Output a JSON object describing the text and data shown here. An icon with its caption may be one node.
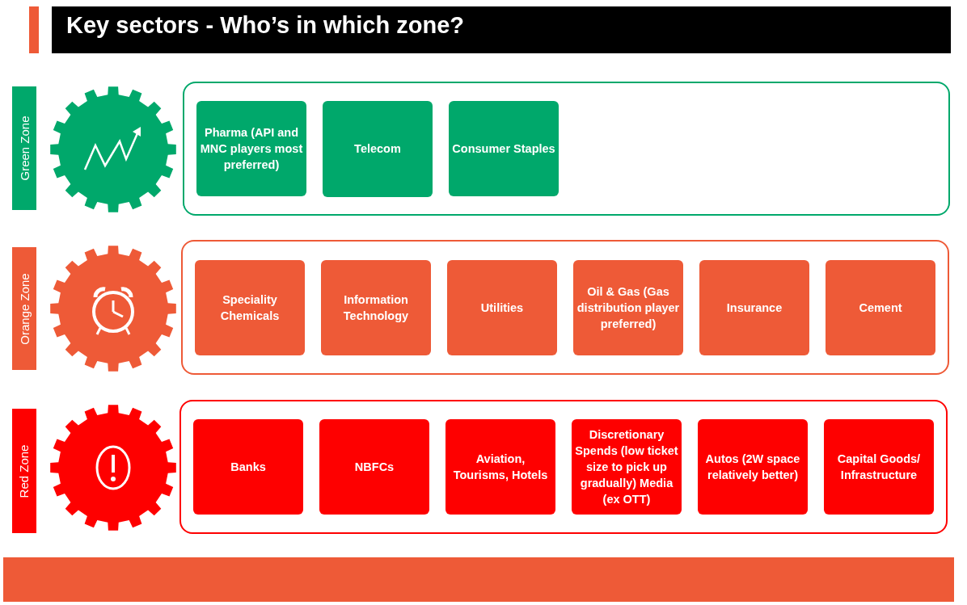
{
  "diagram": {
    "title": "Key sectors - Who’s in which zone?",
    "nodes": [
      {
        "text": [
          "Green Zone"
        ]
      },
      {
        "text": [],
        "shape": "box"
      },
      {
        "text": [
          "Pharma (API and MNC players most preferred)"
        ],
        "in": 1
      },
      {
        "text": [
          "Telecom"
        ],
        "in": 1
      },
      {
        "text": [
          "Consumer Staples"
        ],
        "in": 1
      },
      {
        "text": [
          "Orange Zone"
        ]
      },
      {
        "text": [],
        "shape": "box"
      },
      {
        "text": [
          "Speciality Chemicals"
        ],
        "in": 6
      },
      {
        "text": [
          "Information Technology"
        ],
        "in": 6
      },
      {
        "text": [
          "Utilities"
        ],
        "in": 6
      },
      {
        "text": [
          "Oil & Gas (Gas distribution player preferred)"
        ],
        "in": 6
      },
      {
        "text": [
          "Insurance"
        ],
        "in": 6
      },
      {
        "text": [
          "Cement"
        ],
        "in": 6
      },
      {
        "text": [
          "Red Zone"
        ]
      },
      {
        "text": [],
        "shape": "box"
      },
      {
        "text": [
          "Banks"
        ],
        "in": 14
      },
      {
        "text": [
          "NBFCs"
        ],
        "in": 14
      },
      {
        "text": [
          "Aviation, Tourisms, Hotels"
        ],
        "in": 14
      },
      {
        "text": [
          "Discretionary Spends (low ticket size to pick up gradually) Media (ex OTT)"
        ],
        "in": 14
      },
      {
        "text": [
          "Autos (2W space relatively better)"
        ],
        "in": 14
      },
      {
        "text": [
          "Capital  Goods/ Infrastructure"
        ],
        "in": 14
      }
    ]
  }
}
